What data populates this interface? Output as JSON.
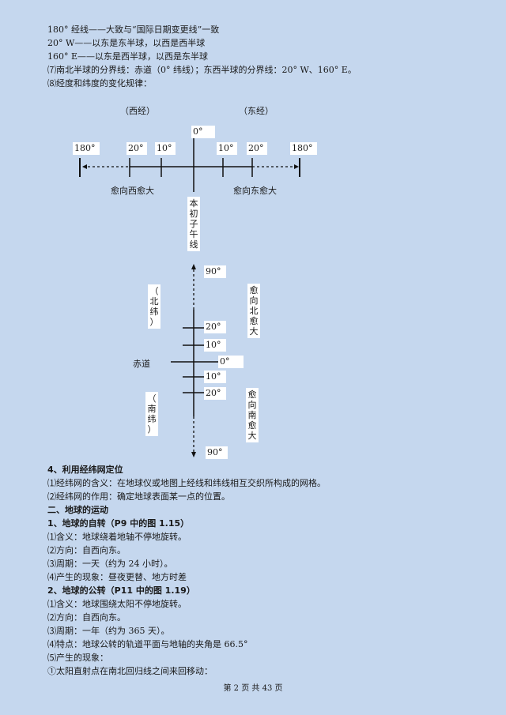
{
  "intro_lines": [
    "180° 经线——大致与“国际日期变更线”一致",
    "20° W——以东是东半球，以西是西半球",
    "160° E——以东是西半球，以西是东半球",
    "⑺南北半球的分界线：赤道（0° 纬线）；东西半球的分界线：20° W、160° E。",
    "⑻经度和纬度的变化规律："
  ],
  "longitude_diagram": {
    "west_label": "（西经）",
    "east_label": "（东经）",
    "ticks": [
      "180°",
      "20°",
      "10°",
      "0°",
      "10°",
      "20°",
      "180°"
    ],
    "west_direction": "愈向西愈大",
    "east_direction": "愈向东愈大",
    "prime_meridian": [
      "本",
      "初",
      "子",
      "午",
      "线"
    ]
  },
  "latitude_diagram": {
    "north_label": [
      "（",
      "北",
      "纬",
      "）"
    ],
    "south_label": [
      "（",
      "南",
      "纬",
      "）"
    ],
    "north_direction": [
      "愈",
      "向",
      "北",
      "愈",
      "大"
    ],
    "south_direction": [
      "愈",
      "向",
      "南",
      "愈",
      "大"
    ],
    "equator_label": "赤道",
    "ticks": [
      "90°",
      "20°",
      "10°",
      "0°",
      "10°",
      "20°",
      "90°"
    ]
  },
  "sections": [
    {
      "text": "4、利用经纬网定位",
      "bold": true
    },
    {
      "text": "⑴经纬网的含义：在地球仪或地图上经线和纬线相互交织所构成的网格。"
    },
    {
      "text": "⑵经纬网的作用：确定地球表面某一点的位置。"
    },
    {
      "text": "二、地球的运动",
      "bold": true
    },
    {
      "text": "1、地球的自转（P9 中的图 1.15）",
      "bold": true
    },
    {
      "text": "⑴含义：地球绕着地轴不停地旋转。"
    },
    {
      "text": "⑵方向：自西向东。"
    },
    {
      "text": "⑶周期：一天（约为 24 小时）。"
    },
    {
      "text": "⑷产生的现象：昼夜更替、地方时差"
    },
    {
      "text": "2、地球的公转（P11 中的图 1.19）",
      "bold": true
    },
    {
      "text": "⑴含义：地球围绕太阳不停地旋转。"
    },
    {
      "text": "⑵方向：自西向东。"
    },
    {
      "text": "⑶周期：一年（约为 365 天）。"
    },
    {
      "text": "⑷特点：地球公转的轨道平面与地轴的夹角是 66.5°"
    },
    {
      "text": "⑸产生的现象："
    },
    {
      "text": "①太阳直射点在南北回归线之间来回移动："
    }
  ],
  "footer": "第 2 页 共 43 页"
}
